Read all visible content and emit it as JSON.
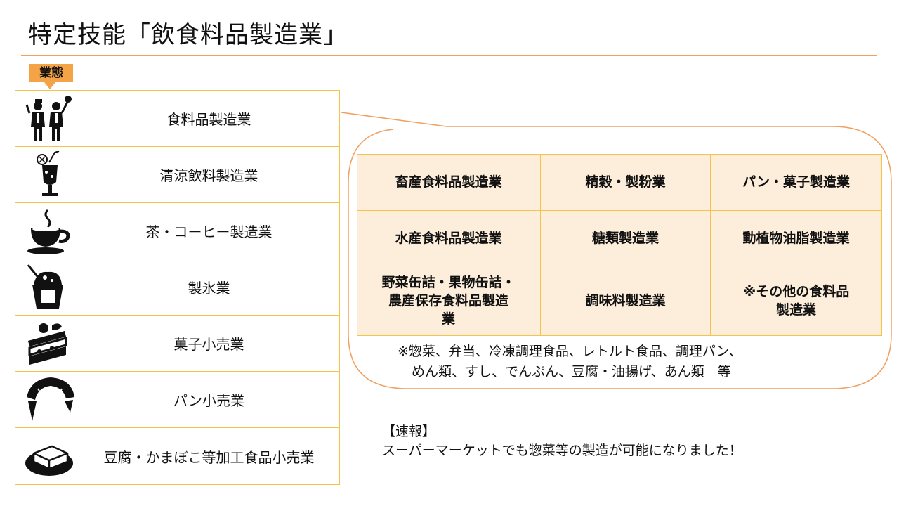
{
  "title": "特定技能「飲食料品製造業」",
  "badge": "業態",
  "categories": [
    {
      "label": "食料品製造業",
      "icon": "workers-icon"
    },
    {
      "label": "清涼飲料製造業",
      "icon": "drink-icon"
    },
    {
      "label": "茶・コーヒー製造業",
      "icon": "coffee-cup-icon"
    },
    {
      "label": "製氷業",
      "icon": "shaved-ice-icon"
    },
    {
      "label": "菓子小売業",
      "icon": "cake-icon"
    },
    {
      "label": "パン小売業",
      "icon": "croissant-icon"
    },
    {
      "label": "豆腐・かまぼこ等加工食品小売業",
      "icon": "tofu-icon"
    }
  ],
  "grid": [
    "畜産食料品製造業",
    "精穀・製粉業",
    "パン・菓子製造業",
    "水産食料品製造業",
    "糖類製造業",
    "動植物油脂製造業",
    "野菜缶詰・果物缶詰・\n農産保存食料品製造\n業",
    "調味料製造業",
    "※その他の食料品\n製造業"
  ],
  "note_line1": "※惣菜、弁当、冷凍調理食品、レトルト食品、調理パン、",
  "note_line2": "めん類、すし、でんぷん、豆腐・油揚げ、あん類　等",
  "news_head": "【速報】",
  "news_body": "スーパーマーケットでも惣菜等の製造が可能になりました！",
  "colors": {
    "accent": "#f4a347",
    "rule": "#f0a060",
    "grid_border": "#f5c34a",
    "grid_fill": "#fdeedb"
  }
}
